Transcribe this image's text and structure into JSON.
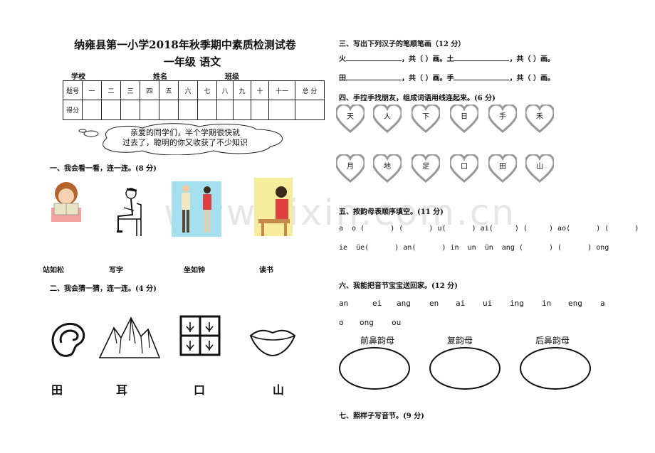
{
  "header": {
    "title": "纳雍县第一小学2018年秋季期中素质检测试卷",
    "subtitle": "一年级  语文",
    "school_label": "学校",
    "name_label": "姓名",
    "class_label": "班级"
  },
  "score_table": {
    "row1_label": "题号",
    "row2_label": "得分",
    "columns": [
      "一",
      "二",
      "三",
      "四",
      "五",
      "六",
      "七",
      "八",
      "九",
      "十",
      "十一",
      "总 分"
    ]
  },
  "cloud": {
    "line1": "亲爱的同学们，半个学期很快就",
    "line2": "过去了，聪明的你又收获了不少知识"
  },
  "section1": {
    "heading": "一、我会看一看，连一连。(8 分)",
    "labels": [
      "站如松",
      "写字",
      "坐如钟",
      "读书"
    ]
  },
  "section2": {
    "heading": "二、我会猜一猜，连一连。(4 分)",
    "chars": [
      "田",
      "耳",
      "口",
      "山"
    ]
  },
  "section3": {
    "heading": "三、写出下列汉子的笔顺笔画（12 分）",
    "row1": [
      {
        "char": "火",
        "suffix": "，共（      ）画。"
      },
      {
        "char": "土",
        "suffix": "，共（      ）画。"
      }
    ],
    "row2": [
      {
        "char": "田",
        "suffix": "，共（      ）画。"
      },
      {
        "char": "手",
        "suffix": "，共（      ）画。"
      }
    ]
  },
  "section4": {
    "heading": "四、手拉手找朋友，组成词语用线连起来。(6 分)",
    "top": [
      "天",
      "人",
      "下",
      "日",
      "手",
      "禾"
    ],
    "bottom": [
      "月",
      "地",
      "足",
      "口",
      "田",
      "山"
    ]
  },
  "section5": {
    "heading": "五、按韵母表顺序填空。(11 分)",
    "line1": "a  o (      ) (      ) u(      ) ai(     ) (     ) ao(      ) (      )",
    "line2": "ie  üe(      ) an(      ) in  un  ün  ang (      ) (      ) ong"
  },
  "section6": {
    "heading": "六、我能把音节宝宝送回家。(12 分)",
    "syllables": [
      "an",
      "ei",
      "ang",
      "en",
      "ai",
      "ui",
      "ing",
      "in",
      "eng",
      "a",
      "o",
      "ong",
      "ou"
    ],
    "groups": [
      "前鼻韵母",
      "复韵母",
      "后鼻韵母"
    ]
  },
  "section7": {
    "heading": "七、照样子写音节。(9 分)"
  },
  "watermark": "www.zixin.com.cn"
}
